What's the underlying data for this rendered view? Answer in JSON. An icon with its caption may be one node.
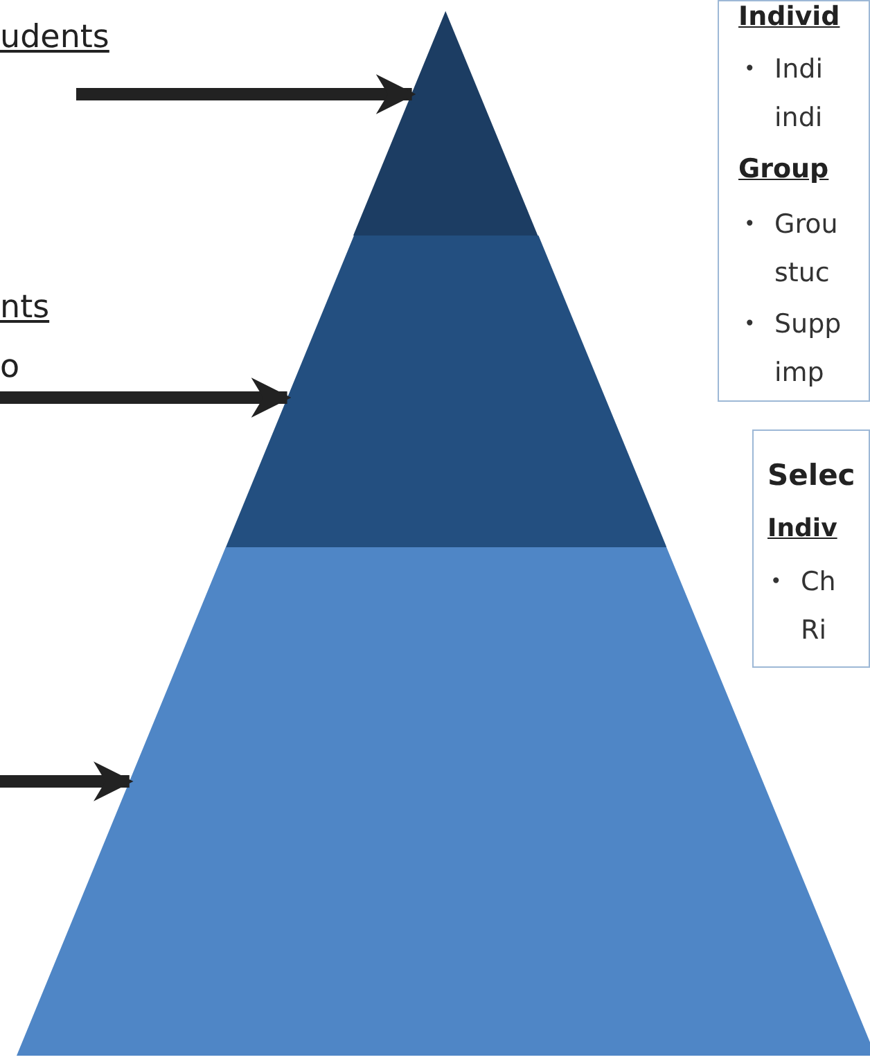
{
  "diagram": {
    "nodes": [
      {
        "text": [],
        "shape": "triangle"
      },
      {
        "text": [],
        "shape": "trapezoid"
      },
      {
        "text": [],
        "shape": "trapezoid"
      },
      {
        "text": [
          "Individ",
          "•",
          "Indi indi",
          "Group",
          "•",
          "Grou stuc",
          "•",
          "Supp imp"
        ]
      },
      {
        "text": [
          "Selec",
          "Indiv",
          "•",
          "Ch Ri"
        ]
      }
    ],
    "edges": [
      {
        "from": null,
        "to": 0,
        "arrow": "to"
      },
      {
        "from": null,
        "to": 1,
        "arrow": "to"
      },
      {
        "from": null,
        "to": 2,
        "arrow": "to"
      }
    ],
    "labels": [
      "udents",
      "nts",
      "o"
    ]
  }
}
